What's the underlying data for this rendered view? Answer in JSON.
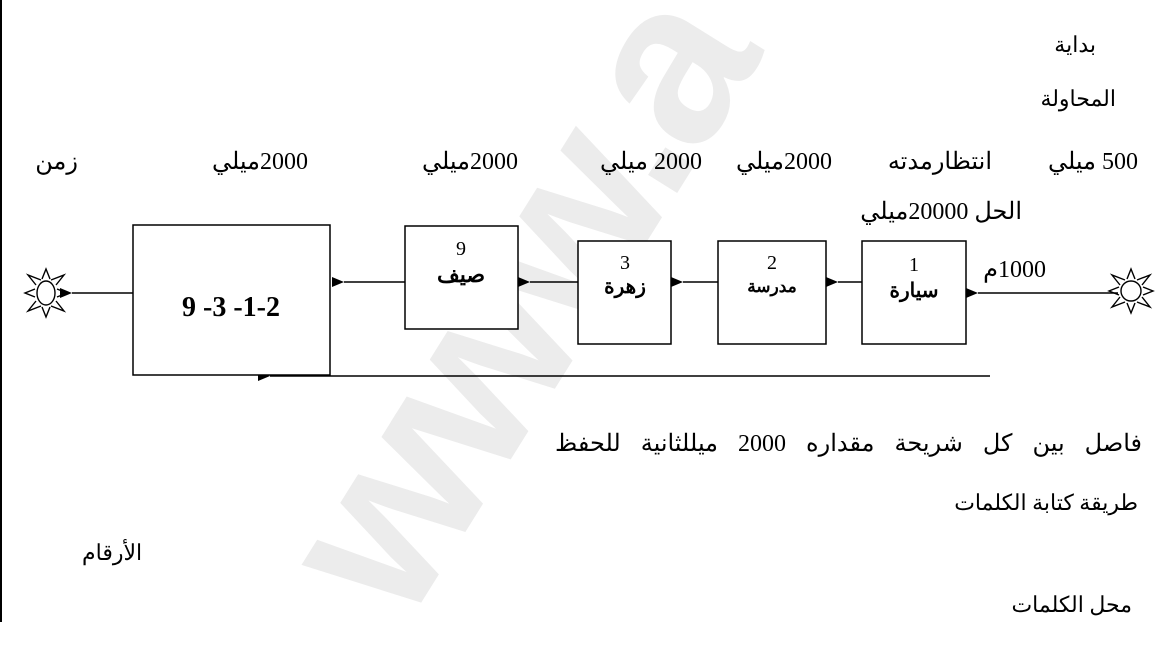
{
  "watermark": "www.a",
  "header": {
    "start_line1": "بداية",
    "start_line2": "المحاولة"
  },
  "timing_row": {
    "col1": "500 ميلي",
    "col2": "انتظارمدته",
    "col3": "2000ميلي",
    "col4": "2000 ميلي",
    "col5": "2000ميلي",
    "col6": "2000ميلي",
    "col7": "زمن",
    "solve_line": "الحل 20000ميلي",
    "small": "1000م"
  },
  "diagram": {
    "box1": {
      "num": "1",
      "word": "سيارة"
    },
    "box2": {
      "num": "2",
      "word": "مدرسة"
    },
    "box3": {
      "num": "3",
      "word": "زهرة"
    },
    "box4": {
      "num": "9",
      "word": "صيف"
    },
    "result": "1-2- 3- 9"
  },
  "footer": {
    "gap_note": "فاصل بين كل شريحة مقداره 2000 ميللثانية للحفظ",
    "method": "طريقة كتابة الكلمات",
    "numbers": "الأرقام",
    "location": "محل الكلمات"
  }
}
